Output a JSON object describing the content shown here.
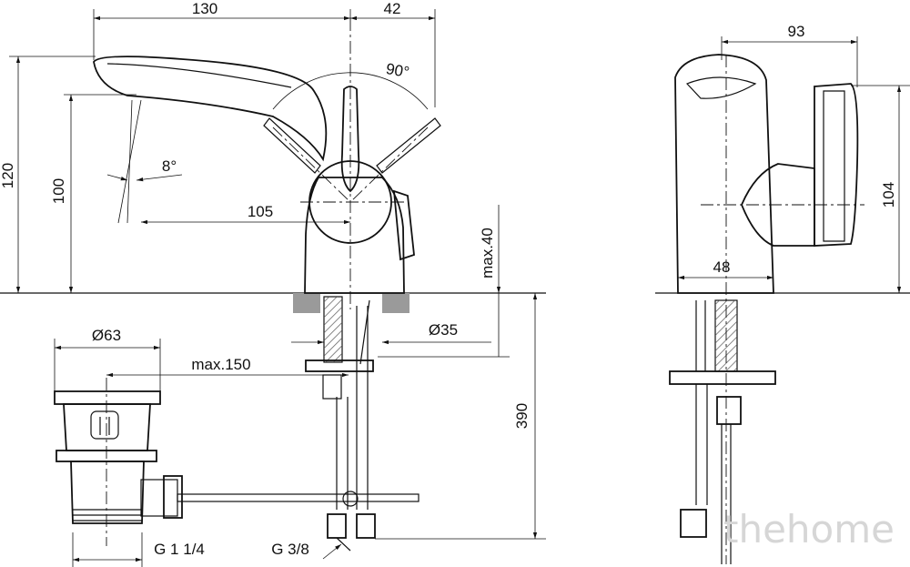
{
  "dimensions": {
    "d130": "130",
    "d42": "42",
    "d90": "90°",
    "d93": "93",
    "d120": "120",
    "d100": "100",
    "d8": "8°",
    "d105": "105",
    "dmax40": "max.40",
    "d104": "104",
    "d48": "48",
    "d63": "Ø63",
    "d35": "Ø35",
    "dmax150": "max.150",
    "d390": "390",
    "g114": "G 1 1/4",
    "g38": "G 3/8"
  },
  "watermark": "thehome"
}
